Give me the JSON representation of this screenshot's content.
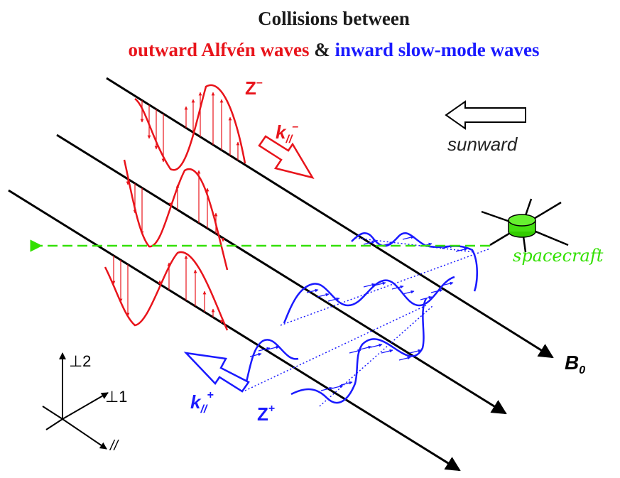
{
  "title": {
    "line1": "Collisions between",
    "part_red": "outward Alfvén waves",
    "part_amp": " & ",
    "part_blue": "inward slow-mode waves"
  },
  "labels": {
    "z_minus": "Z",
    "z_minus_sup": "–",
    "k_minus": "k",
    "k_minus_sub": "//",
    "k_minus_sup": "–",
    "sunward": "sunward",
    "spacecraft": "spacecraft",
    "b0": "B",
    "b0_sub": "0",
    "k_plus": "k",
    "k_plus_sub": "//",
    "k_plus_sup": "+",
    "z_plus": "Z",
    "z_plus_sup": "+",
    "axis_perp2": "⊥2",
    "axis_perp1": "⊥1",
    "axis_par": "//"
  },
  "colors": {
    "alfven": "#e8141b",
    "slow_mode": "#1a1aff",
    "spacecraft": "#33e000",
    "field_line": "#000000",
    "title": "#1a1a1a"
  },
  "icons": {
    "sunward_arrow": "hollow-left-arrow-icon",
    "spacecraft": "spacecraft-icon"
  }
}
